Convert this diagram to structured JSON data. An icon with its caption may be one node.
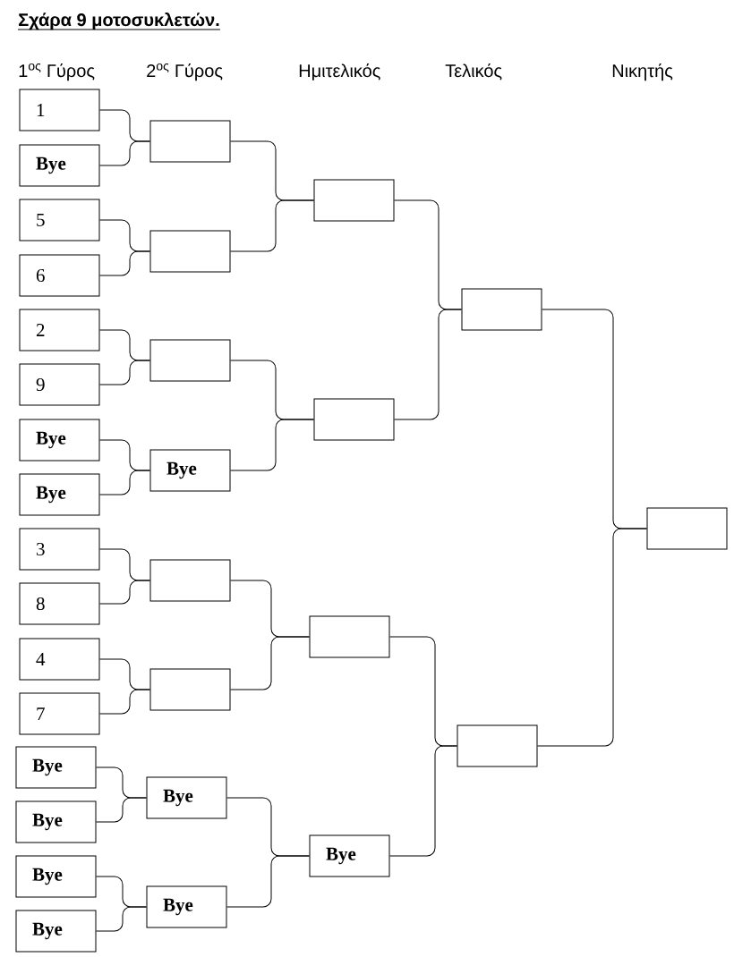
{
  "diagram": {
    "title": "Σχάρα 9 μοτοσυκλετών.",
    "nodes": [
      {
        "text": [
          "1"
        ]
      },
      {
        "text": [
          "Bye"
        ]
      },
      {
        "text": [
          "5"
        ]
      },
      {
        "text": [
          "6"
        ]
      },
      {
        "text": [
          "2"
        ]
      },
      {
        "text": [
          "9"
        ]
      },
      {
        "text": [
          "Bye"
        ]
      },
      {
        "text": [
          "Bye"
        ]
      },
      {
        "text": [
          "3"
        ]
      },
      {
        "text": [
          "8"
        ]
      },
      {
        "text": [
          "4"
        ]
      },
      {
        "text": [
          "7"
        ]
      },
      {
        "text": [
          "Bye"
        ]
      },
      {
        "text": [
          "Bye"
        ]
      },
      {
        "text": [
          "Bye"
        ]
      },
      {
        "text": [
          "Bye"
        ]
      },
      {
        "text": [],
        "shape": "box"
      },
      {
        "text": [],
        "shape": "box"
      },
      {
        "text": [],
        "shape": "box"
      },
      {
        "text": [
          "Bye"
        ]
      },
      {
        "text": [],
        "shape": "box"
      },
      {
        "text": [],
        "shape": "box"
      },
      {
        "text": [
          "Bye"
        ]
      },
      {
        "text": [
          "Bye"
        ]
      },
      {
        "text": [],
        "shape": "box"
      },
      {
        "text": [],
        "shape": "box"
      },
      {
        "text": [],
        "shape": "box"
      },
      {
        "text": [
          "Bye"
        ]
      },
      {
        "text": [],
        "shape": "box"
      },
      {
        "text": [],
        "shape": "box"
      },
      {
        "text": [],
        "shape": "box"
      }
    ],
    "edges": [
      {
        "from": 0,
        "to": 16,
        "arrow": "none"
      },
      {
        "from": 1,
        "to": 16,
        "arrow": "none"
      },
      {
        "from": 2,
        "to": 17,
        "arrow": "none"
      },
      {
        "from": 3,
        "to": 17,
        "arrow": "none"
      },
      {
        "from": 4,
        "to": 18,
        "arrow": "none"
      },
      {
        "from": 5,
        "to": 18,
        "arrow": "none"
      },
      {
        "from": 6,
        "to": 19,
        "arrow": "none"
      },
      {
        "from": 7,
        "to": 19,
        "arrow": "none"
      },
      {
        "from": 8,
        "to": 20,
        "arrow": "none"
      },
      {
        "from": 9,
        "to": 20,
        "arrow": "none"
      },
      {
        "from": 10,
        "to": 21,
        "arrow": "none"
      },
      {
        "from": 11,
        "to": 21,
        "arrow": "none"
      },
      {
        "from": 12,
        "to": 22,
        "arrow": "none"
      },
      {
        "from": 13,
        "to": 22,
        "arrow": "none"
      },
      {
        "from": 14,
        "to": 23,
        "arrow": "none"
      },
      {
        "from": 15,
        "to": 23,
        "arrow": "none"
      },
      {
        "from": 16,
        "to": 24,
        "arrow": "none"
      },
      {
        "from": 17,
        "to": 24,
        "arrow": "none"
      },
      {
        "from": 18,
        "to": 25,
        "arrow": "none"
      },
      {
        "from": 19,
        "to": 25,
        "arrow": "none"
      },
      {
        "from": 20,
        "to": 26,
        "arrow": "none"
      },
      {
        "from": 21,
        "to": 26,
        "arrow": "none"
      },
      {
        "from": 22,
        "to": 27,
        "arrow": "none"
      },
      {
        "from": 23,
        "to": 27,
        "arrow": "none"
      },
      {
        "from": 24,
        "to": 28,
        "arrow": "none"
      },
      {
        "from": 25,
        "to": 28,
        "arrow": "none"
      },
      {
        "from": 26,
        "to": 29,
        "arrow": "none"
      },
      {
        "from": 27,
        "to": 29,
        "arrow": "none"
      },
      {
        "from": 28,
        "to": 30,
        "arrow": "none"
      },
      {
        "from": 29,
        "to": 30,
        "arrow": "none"
      }
    ],
    "labels": [
      "1$^{ος}$ Γύρος",
      "2$^{ος}$ Γύρος",
      "Ημιτελικός",
      "Τελικός",
      "Νικητής"
    ]
  }
}
